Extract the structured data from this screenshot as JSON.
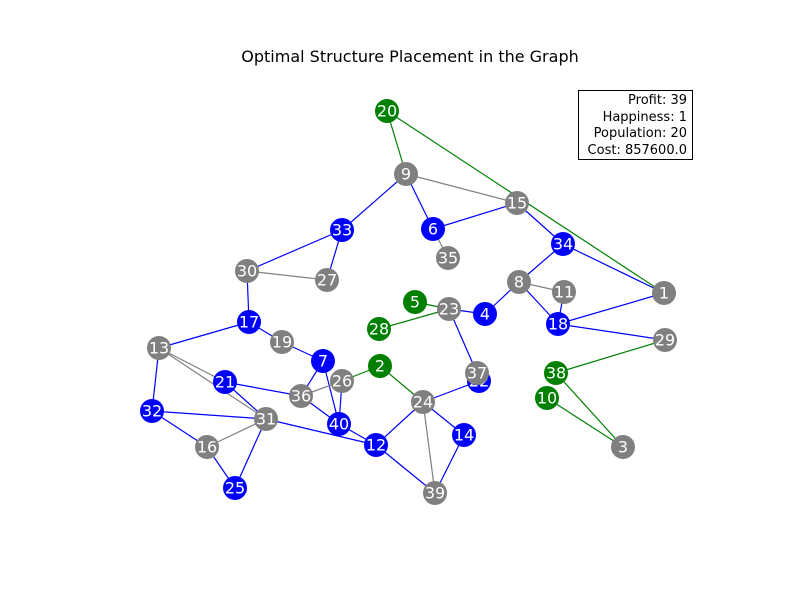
{
  "title": "Optimal Structure Placement in the Graph",
  "stats": {
    "profit": "Profit: 39",
    "happiness": "Happiness: 1",
    "population": "Population: 20",
    "cost": "Cost: 857600.0"
  },
  "colors": {
    "blue": "#0000ff",
    "green": "#008000",
    "gray": "#808080"
  },
  "nodes": [
    {
      "id": "1",
      "type": "gray"
    },
    {
      "id": "2",
      "type": "green"
    },
    {
      "id": "3",
      "type": "gray"
    },
    {
      "id": "4",
      "type": "blue"
    },
    {
      "id": "5",
      "type": "green"
    },
    {
      "id": "6",
      "type": "blue"
    },
    {
      "id": "7",
      "type": "blue"
    },
    {
      "id": "8",
      "type": "gray"
    },
    {
      "id": "9",
      "type": "gray"
    },
    {
      "id": "10",
      "type": "green"
    },
    {
      "id": "11",
      "type": "gray"
    },
    {
      "id": "12",
      "type": "blue"
    },
    {
      "id": "13",
      "type": "gray"
    },
    {
      "id": "14",
      "type": "blue"
    },
    {
      "id": "15",
      "type": "gray"
    },
    {
      "id": "16",
      "type": "gray"
    },
    {
      "id": "17",
      "type": "blue"
    },
    {
      "id": "18",
      "type": "blue"
    },
    {
      "id": "19",
      "type": "gray"
    },
    {
      "id": "20",
      "type": "green"
    },
    {
      "id": "21",
      "type": "blue"
    },
    {
      "id": "22",
      "type": "blue"
    },
    {
      "id": "23",
      "type": "gray"
    },
    {
      "id": "24",
      "type": "gray"
    },
    {
      "id": "25",
      "type": "blue"
    },
    {
      "id": "26",
      "type": "gray"
    },
    {
      "id": "27",
      "type": "gray"
    },
    {
      "id": "28",
      "type": "green"
    },
    {
      "id": "29",
      "type": "gray"
    },
    {
      "id": "30",
      "type": "gray"
    },
    {
      "id": "31",
      "type": "gray"
    },
    {
      "id": "32",
      "type": "blue"
    },
    {
      "id": "33",
      "type": "blue"
    },
    {
      "id": "34",
      "type": "blue"
    },
    {
      "id": "35",
      "type": "gray"
    },
    {
      "id": "36",
      "type": "gray"
    },
    {
      "id": "37",
      "type": "gray"
    },
    {
      "id": "38",
      "type": "green"
    },
    {
      "id": "39",
      "type": "gray"
    },
    {
      "id": "40",
      "type": "blue"
    }
  ],
  "edges": [
    [
      "20",
      "9",
      "green"
    ],
    [
      "20",
      "1",
      "green"
    ],
    [
      "9",
      "15",
      "gray"
    ],
    [
      "9",
      "33",
      "blue"
    ],
    [
      "9",
      "6",
      "blue"
    ],
    [
      "6",
      "15",
      "blue"
    ],
    [
      "6",
      "35",
      "gray"
    ],
    [
      "15",
      "34",
      "blue"
    ],
    [
      "34",
      "8",
      "blue"
    ],
    [
      "34",
      "1",
      "blue"
    ],
    [
      "1",
      "18",
      "blue"
    ],
    [
      "8",
      "11",
      "gray"
    ],
    [
      "8",
      "18",
      "blue"
    ],
    [
      "8",
      "4",
      "blue"
    ],
    [
      "11",
      "18",
      "blue"
    ],
    [
      "18",
      "29",
      "blue"
    ],
    [
      "29",
      "38",
      "green"
    ],
    [
      "38",
      "3",
      "green"
    ],
    [
      "10",
      "3",
      "green"
    ],
    [
      "33",
      "30",
      "blue"
    ],
    [
      "33",
      "27",
      "blue"
    ],
    [
      "30",
      "27",
      "gray"
    ],
    [
      "30",
      "17",
      "blue"
    ],
    [
      "17",
      "19",
      "blue"
    ],
    [
      "17",
      "13",
      "blue"
    ],
    [
      "19",
      "7",
      "blue"
    ],
    [
      "5",
      "23",
      "green"
    ],
    [
      "28",
      "23",
      "green"
    ],
    [
      "23",
      "37",
      "blue"
    ],
    [
      "23",
      "4",
      "blue"
    ],
    [
      "2",
      "24",
      "green"
    ],
    [
      "2",
      "26",
      "green"
    ],
    [
      "7",
      "36",
      "blue"
    ],
    [
      "7",
      "40",
      "blue"
    ],
    [
      "26",
      "36",
      "gray"
    ],
    [
      "26",
      "40",
      "blue"
    ],
    [
      "36",
      "40",
      "blue"
    ],
    [
      "36",
      "21",
      "blue"
    ],
    [
      "13",
      "21",
      "gray"
    ],
    [
      "13",
      "31",
      "gray"
    ],
    [
      "13",
      "32",
      "blue"
    ],
    [
      "21",
      "31",
      "blue"
    ],
    [
      "32",
      "31",
      "blue"
    ],
    [
      "32",
      "16",
      "blue"
    ],
    [
      "16",
      "31",
      "gray"
    ],
    [
      "16",
      "25",
      "blue"
    ],
    [
      "25",
      "31",
      "blue"
    ],
    [
      "31",
      "12",
      "blue"
    ],
    [
      "40",
      "12",
      "blue"
    ],
    [
      "12",
      "24",
      "blue"
    ],
    [
      "12",
      "39",
      "blue"
    ],
    [
      "24",
      "22",
      "blue"
    ],
    [
      "24",
      "14",
      "blue"
    ],
    [
      "24",
      "39",
      "gray"
    ],
    [
      "14",
      "39",
      "blue"
    ]
  ]
}
